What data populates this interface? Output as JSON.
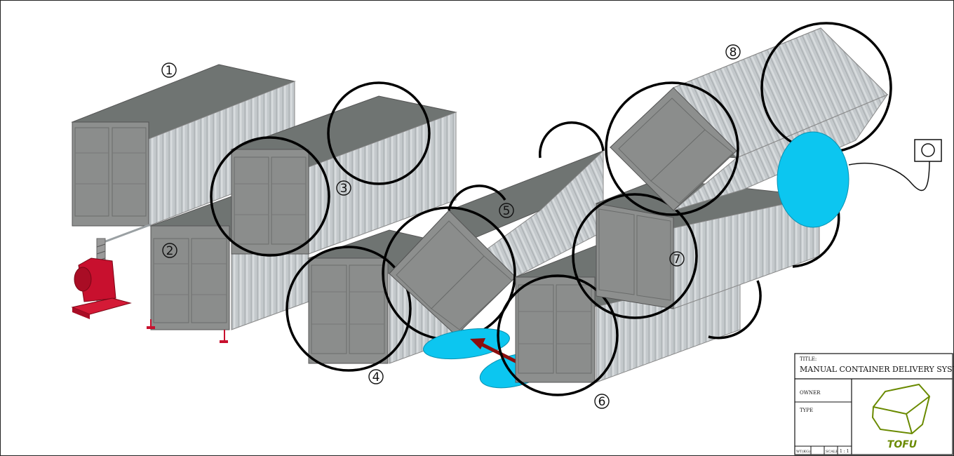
{
  "steps": [
    "1",
    "2",
    "3",
    "4",
    "5",
    "6",
    "7",
    "8"
  ],
  "title_block": {
    "title_label": "TITLE:",
    "title_value": "MANUAL CONTAINER DELIVERY SYSTEM",
    "owner_label": "OWNER",
    "type_label": "TYPE",
    "weight_label": "WT(KG)",
    "scale_label": "SCALE",
    "scale_value": "1 : 1",
    "logo_text": "TOFU"
  },
  "colors": {
    "container_side": "#c4c9cc",
    "container_top": "#6f7472",
    "container_door": "#8d8f8e",
    "jack": "#c8102e",
    "roller": "#0cc6f0",
    "arrow": "#8b0e0e",
    "logo": "#6a8a00"
  },
  "icons": [
    "jack-icon",
    "power-socket-icon",
    "pallet-roller-icon",
    "push-arrow-icon",
    "tofu-logo-icon"
  ]
}
